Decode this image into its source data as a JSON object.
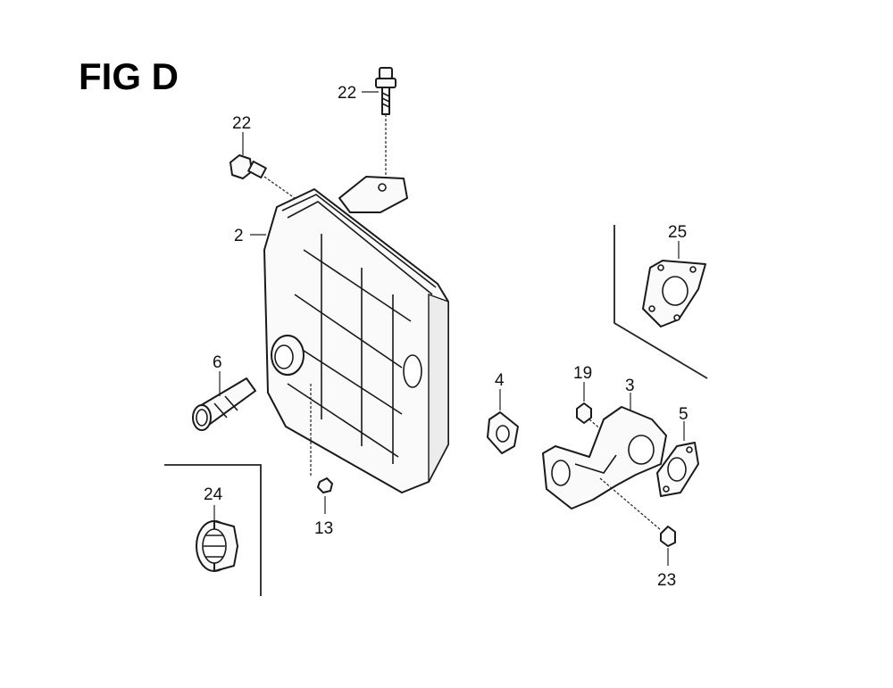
{
  "figure": {
    "title": "FIG D"
  },
  "callouts": {
    "bolt_top": "22",
    "bolt_left": "22",
    "muffler": "2",
    "gasket_25": "25",
    "spark_arrester": "6",
    "gasket_4": "4",
    "nut_19": "19",
    "exhaust_pipe": "3",
    "gasket_5": "5",
    "cap_24": "24",
    "nut_13": "13",
    "bolt_23": "23"
  }
}
